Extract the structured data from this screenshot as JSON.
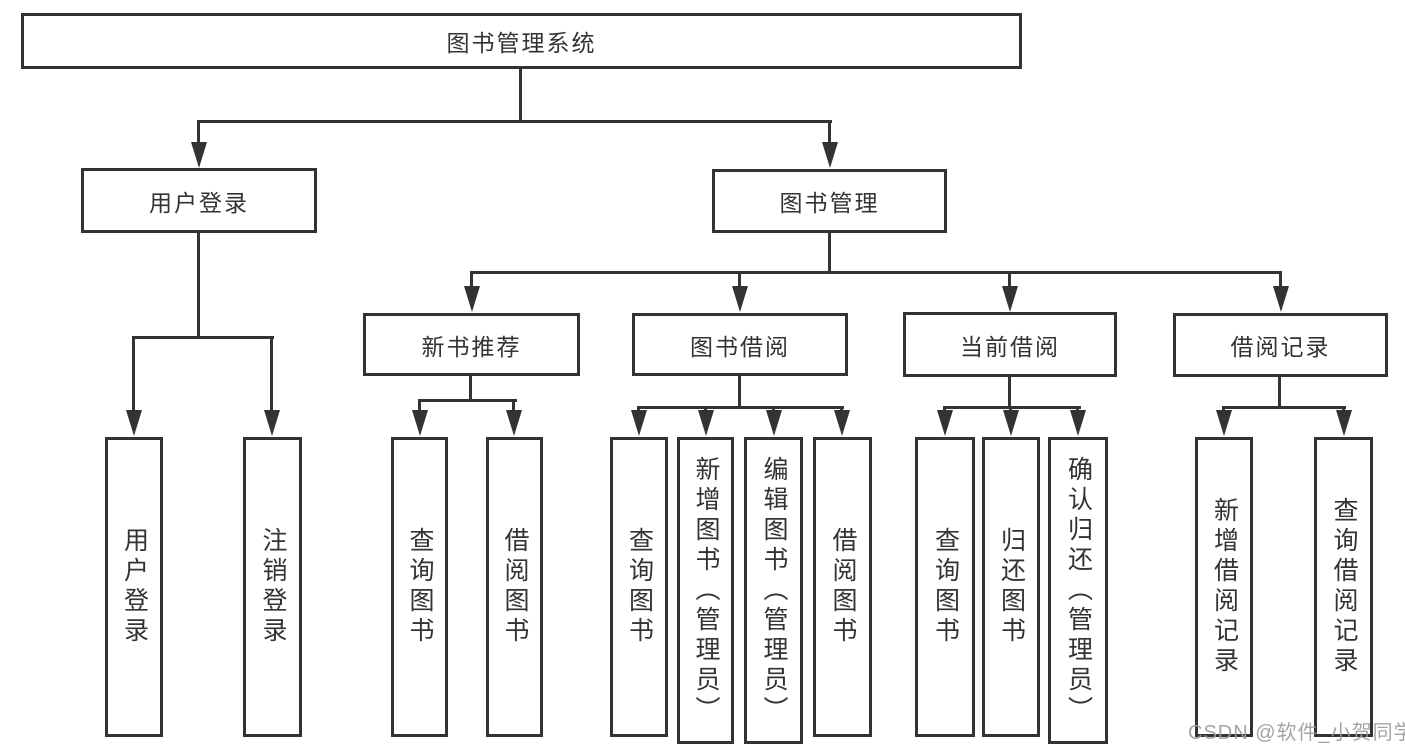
{
  "title": "图书管理系统",
  "watermark": "CSDN @软件_小贺同学",
  "colors": {
    "line": "#333333",
    "text": "#333333",
    "watermark": "#9b9b9b",
    "background": "#ffffff"
  },
  "nodes": {
    "root": {
      "label": "图书管理系统"
    },
    "user_login": {
      "label": "用户登录"
    },
    "book_mgmt": {
      "label": "图书管理"
    },
    "new_book_rec": {
      "label": "新书推荐"
    },
    "book_borrow": {
      "label": "图书借阅"
    },
    "current_borrow": {
      "label": "当前借阅"
    },
    "borrow_records": {
      "label": "借阅记录"
    },
    "ul_user_login": {
      "label": "用户登录"
    },
    "ul_logout": {
      "label": "注销登录"
    },
    "nbr_query_books": {
      "label": "查询图书"
    },
    "nbr_borrow_books": {
      "label": "借阅图书"
    },
    "bb_query_books": {
      "label": "查询图书"
    },
    "bb_add_books": {
      "label": "新增图书（管理员）"
    },
    "bb_edit_books": {
      "label": "编辑图书（管理员）"
    },
    "bb_borrow_books": {
      "label": "借阅图书"
    },
    "cb_query_books": {
      "label": "查询图书"
    },
    "cb_return_books": {
      "label": "归还图书"
    },
    "cb_confirm_return": {
      "label": "确认归还（管理员）"
    },
    "br_add_record": {
      "label": "新增借阅记录"
    },
    "br_query_record": {
      "label": "查询借阅记录"
    }
  }
}
